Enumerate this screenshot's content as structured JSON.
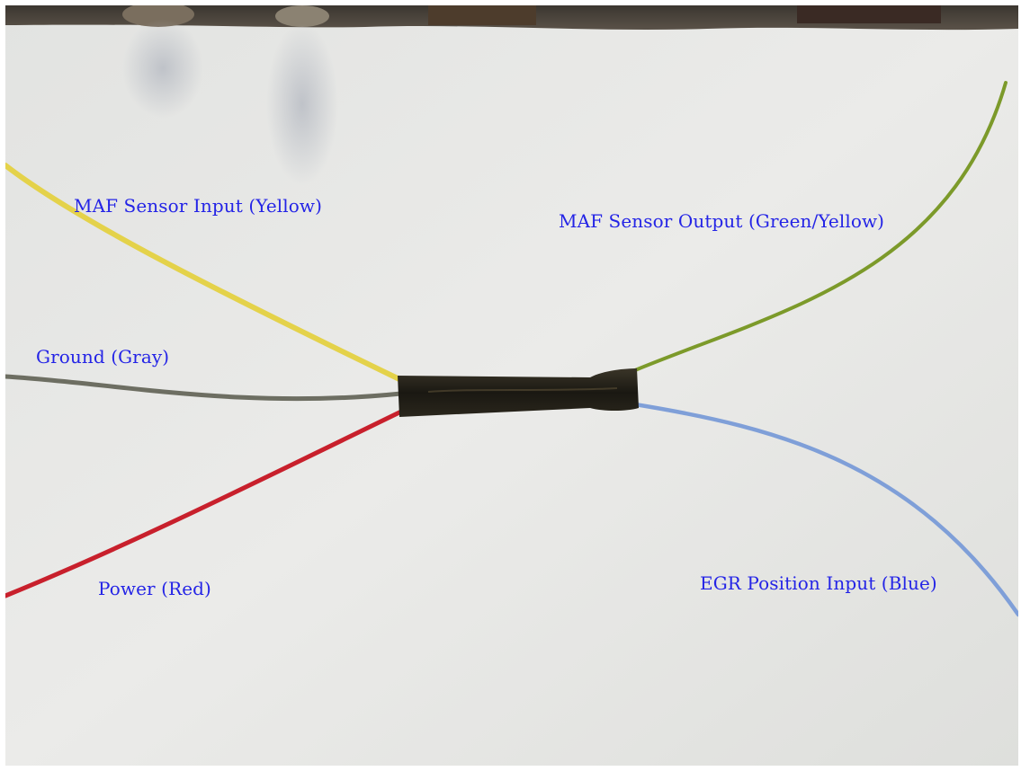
{
  "photo": {
    "labels": {
      "maf_input": "MAF Sensor Input (Yellow)",
      "maf_output": "MAF Sensor Output (Green/Yellow)",
      "ground": "Ground (Gray)",
      "power": "Power (Red)",
      "egr_input": "EGR Position Input (Blue)"
    },
    "label_color": "#2424e6",
    "wire_colors": {
      "yellow": "#e4d24a",
      "gray": "#6d6e62",
      "red": "#c8202c",
      "green_yellow": "#7c9a2a",
      "blue": "#7f9fd8"
    },
    "splice_color": "#1e1c16"
  }
}
